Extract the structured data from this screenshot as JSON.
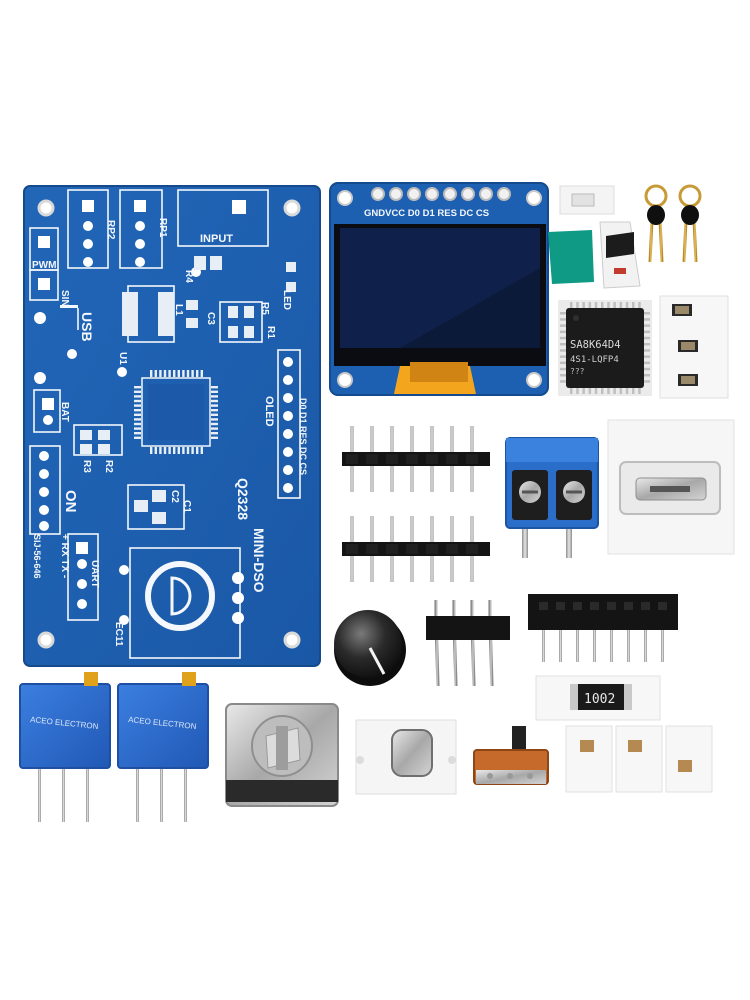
{
  "pcb": {
    "labels": {
      "pwm": "PWM",
      "sin": "SIN",
      "usb": "USB",
      "bat": "BAT",
      "on": "ON",
      "input": "INPUT",
      "rp2": "RP2",
      "rp1": "RP1",
      "r4": "R4",
      "r5": "R5",
      "r1": "R1",
      "c3": "C3",
      "l1": "L1",
      "led": "LED",
      "u1": "U1",
      "oled": "OLED",
      "oled_pins": "D0 D1 RES DC CS",
      "r2": "R2",
      "r3": "R3",
      "c1": "C1",
      "c2": "C2",
      "q_code": "Q2328",
      "mini_dso": "MINI-DSO",
      "uart": "UART",
      "uart_pins": "+ RX TX -",
      "serial": "SIJ-56-646",
      "ec11": "EC11"
    }
  },
  "oled": {
    "pin_labels": "GNDVCC D0  D1 RES DC  CS"
  },
  "mcu": {
    "line1": "SA8K64D4",
    "line2": "4S1-LQFP4",
    "line3": "???"
  },
  "resistor": {
    "code": "1002"
  },
  "pot": {
    "brand": "ACEO ELECTRON"
  },
  "colors": {
    "pcb_blue": "#1d5fb0",
    "pcb_edge": "#154a8c",
    "silkscreen": "#f4f7fb",
    "pot_blue": "#2e6fd0",
    "header_black": "#141414",
    "pin_silver": "#c9c9c9",
    "terminal_blue": "#2a6ec9"
  }
}
